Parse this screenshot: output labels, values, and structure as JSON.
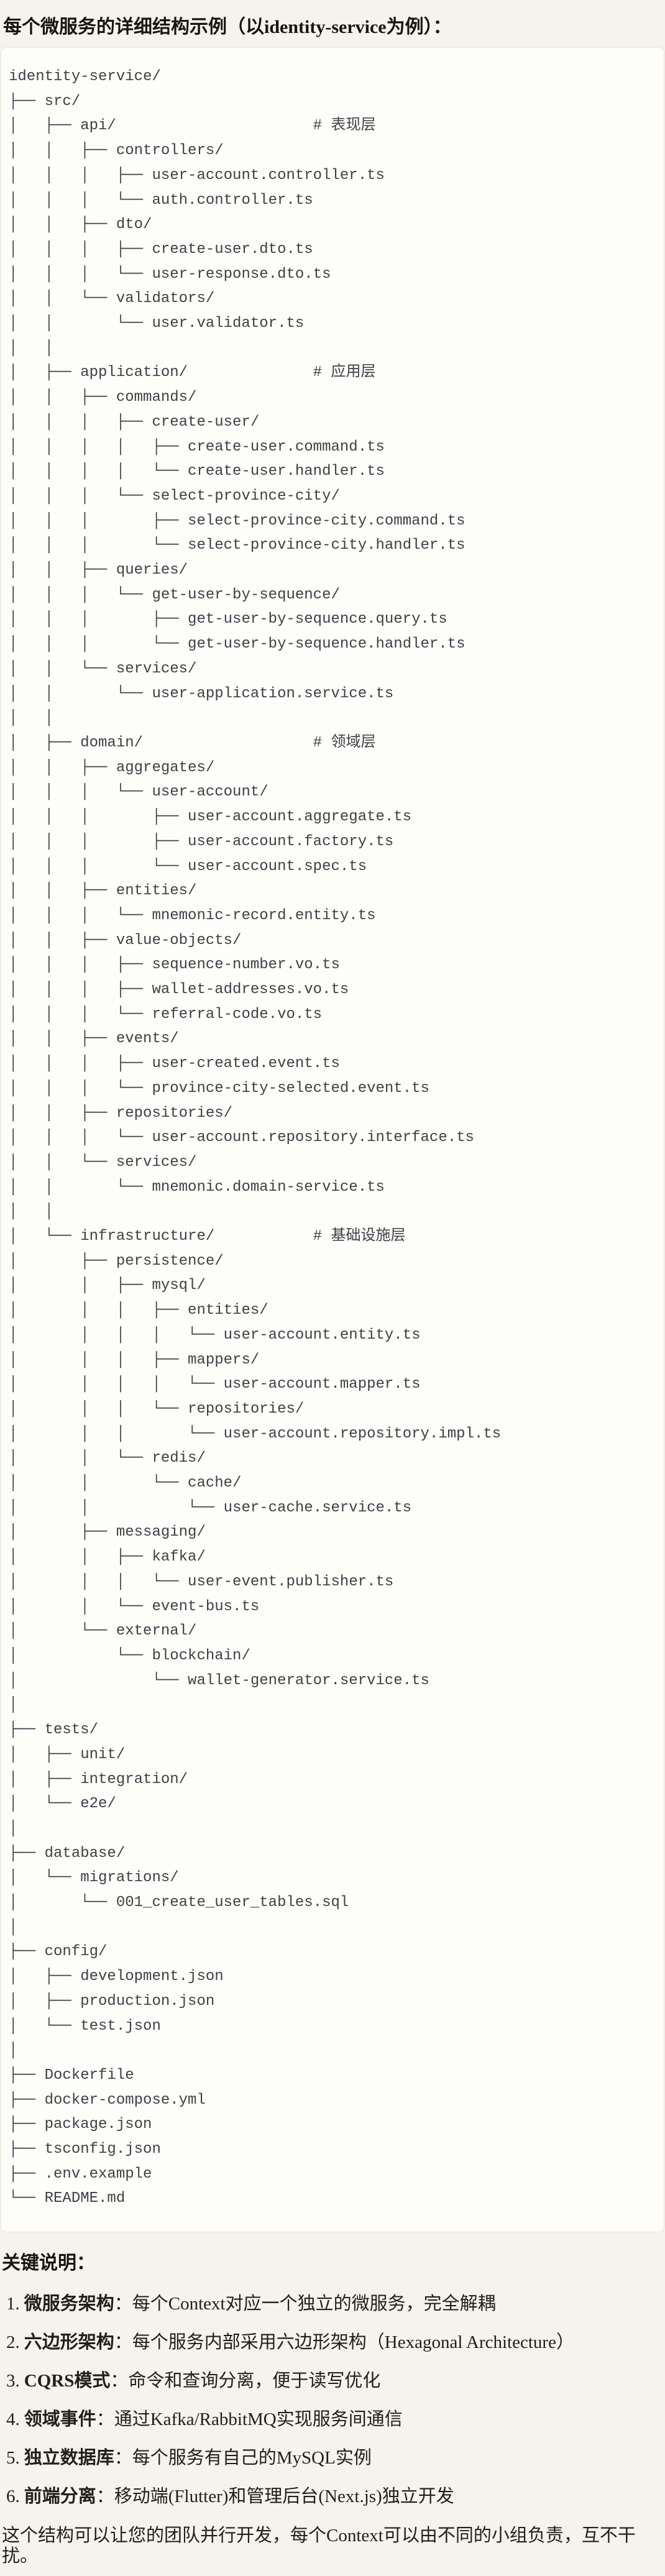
{
  "heading": "每个微服务的详细结构示例（以identity-service为例）：",
  "code_block": {
    "kind": "file-tree",
    "lines": [
      "identity-service/",
      "├── src/",
      "│   ├── api/                      # 表现层",
      "│   │   ├── controllers/",
      "│   │   │   ├── user-account.controller.ts",
      "│   │   │   └── auth.controller.ts",
      "│   │   ├── dto/",
      "│   │   │   ├── create-user.dto.ts",
      "│   │   │   └── user-response.dto.ts",
      "│   │   └── validators/",
      "│   │       └── user.validator.ts",
      "│   │",
      "│   ├── application/              # 应用层",
      "│   │   ├── commands/",
      "│   │   │   ├── create-user/",
      "│   │   │   │   ├── create-user.command.ts",
      "│   │   │   │   └── create-user.handler.ts",
      "│   │   │   └── select-province-city/",
      "│   │   │       ├── select-province-city.command.ts",
      "│   │   │       └── select-province-city.handler.ts",
      "│   │   ├── queries/",
      "│   │   │   └── get-user-by-sequence/",
      "│   │   │       ├── get-user-by-sequence.query.ts",
      "│   │   │       └── get-user-by-sequence.handler.ts",
      "│   │   └── services/",
      "│   │       └── user-application.service.ts",
      "│   │",
      "│   ├── domain/                   # 领域层",
      "│   │   ├── aggregates/",
      "│   │   │   └── user-account/",
      "│   │   │       ├── user-account.aggregate.ts",
      "│   │   │       ├── user-account.factory.ts",
      "│   │   │       └── user-account.spec.ts",
      "│   │   ├── entities/",
      "│   │   │   └── mnemonic-record.entity.ts",
      "│   │   ├── value-objects/",
      "│   │   │   ├── sequence-number.vo.ts",
      "│   │   │   ├── wallet-addresses.vo.ts",
      "│   │   │   └── referral-code.vo.ts",
      "│   │   ├── events/",
      "│   │   │   ├── user-created.event.ts",
      "│   │   │   └── province-city-selected.event.ts",
      "│   │   ├── repositories/",
      "│   │   │   └── user-account.repository.interface.ts",
      "│   │   └── services/",
      "│   │       └── mnemonic.domain-service.ts",
      "│   │",
      "│   └── infrastructure/           # 基础设施层",
      "│       ├── persistence/",
      "│       │   ├── mysql/",
      "│       │   │   ├── entities/",
      "│       │   │   │   └── user-account.entity.ts",
      "│       │   │   ├── mappers/",
      "│       │   │   │   └── user-account.mapper.ts",
      "│       │   │   └── repositories/",
      "│       │   │       └── user-account.repository.impl.ts",
      "│       │   └── redis/",
      "│       │       └── cache/",
      "│       │           └── user-cache.service.ts",
      "│       ├── messaging/",
      "│       │   ├── kafka/",
      "│       │   │   └── user-event.publisher.ts",
      "│       │   └── event-bus.ts",
      "│       └── external/",
      "│           └── blockchain/",
      "│               └── wallet-generator.service.ts",
      "│",
      "├── tests/",
      "│   ├── unit/",
      "│   ├── integration/",
      "│   └── e2e/",
      "│",
      "├── database/",
      "│   └── migrations/",
      "│       └── 001_create_user_tables.sql",
      "│",
      "├── config/",
      "│   ├── development.json",
      "│   ├── production.json",
      "│   └── test.json",
      "│",
      "├── Dockerfile",
      "├── docker-compose.yml",
      "├── package.json",
      "├── tsconfig.json",
      "├── .env.example",
      "└── README.md"
    ]
  },
  "notes": {
    "title": "关键说明：",
    "items": [
      {
        "num": "1.",
        "label": "微服务架构",
        "text": "：每个Context对应一个独立的微服务，完全解耦"
      },
      {
        "num": "2.",
        "label": "六边形架构",
        "text": "：每个服务内部采用六边形架构（Hexagonal Architecture）"
      },
      {
        "num": "3.",
        "label": "CQRS模式",
        "text": "：命令和查询分离，便于读写优化"
      },
      {
        "num": "4.",
        "label": "领域事件",
        "text": "：通过Kafka/RabbitMQ实现服务间通信"
      },
      {
        "num": "5.",
        "label": "独立数据库",
        "text": "：每个服务有自己的MySQL实例"
      },
      {
        "num": "6.",
        "label": "前端分离",
        "text": "：移动端(Flutter)和管理后台(Next.js)独立开发"
      }
    ],
    "closing": "这个结构可以让您的团队并行开发，每个Context可以由不同的小组负责，互不干扰。"
  }
}
